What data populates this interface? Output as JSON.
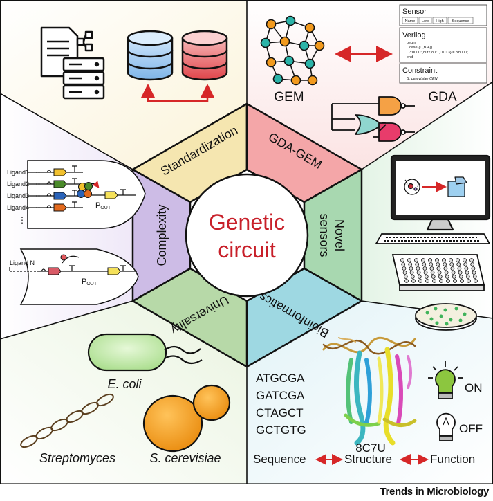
{
  "center": {
    "line1": "Genetic",
    "line2": "circuit"
  },
  "segments": {
    "standardization": "Standardization",
    "gda_gem": "GDA-GEM",
    "novel_line1": "Novel",
    "novel_line2": "sensors",
    "bioinformatics": "Bioinformatics",
    "universality": "Universality",
    "complexity": "Complexity"
  },
  "gem_panel": {
    "gem_label": "GEM",
    "gda_label": "GDA",
    "sensor_card": {
      "title": "Sensor",
      "fields": [
        "Name",
        "Low",
        "High",
        "Sequence"
      ]
    },
    "verilog_card": {
      "title": "Verilog",
      "lines": [
        "begin",
        "case({C,B,A})",
        "3'b000:{out2,out1,OUT3} = 3'b000;",
        "end"
      ]
    },
    "constraint_card": {
      "title": "Constraint",
      "line": "S. cerevisiae CEN"
    }
  },
  "complexity_panel": {
    "ligands": [
      "Ligand1",
      "Ligand2",
      "Ligand3",
      "Ligand4",
      "⋮"
    ],
    "ligand_n": "Ligand N",
    "pout_main": "P",
    "pout_sub": "OUT"
  },
  "organisms": {
    "ecoli": "E. coli",
    "streptomyces": "Streptomyces",
    "scerevisiae": "S. cerevisiae"
  },
  "bio_panel": {
    "sequences": [
      "ATGCGA",
      "GATCGA",
      "CTAGCT",
      "GCTGTG"
    ],
    "pdb_id": "8C7U",
    "on": "ON",
    "off": "OFF",
    "flow": [
      "Sequence",
      "Structure",
      "Function"
    ]
  },
  "footer": "Trends in Microbiology",
  "colors": {
    "gda_gem": "#f4a6a8",
    "novel": "#a8d8b0",
    "bioinfo": "#9ed8e2",
    "universality": "#b7d9a8",
    "complexity": "#cdbce6",
    "standardization": "#f5e6b0",
    "arrow": "#d62728"
  }
}
